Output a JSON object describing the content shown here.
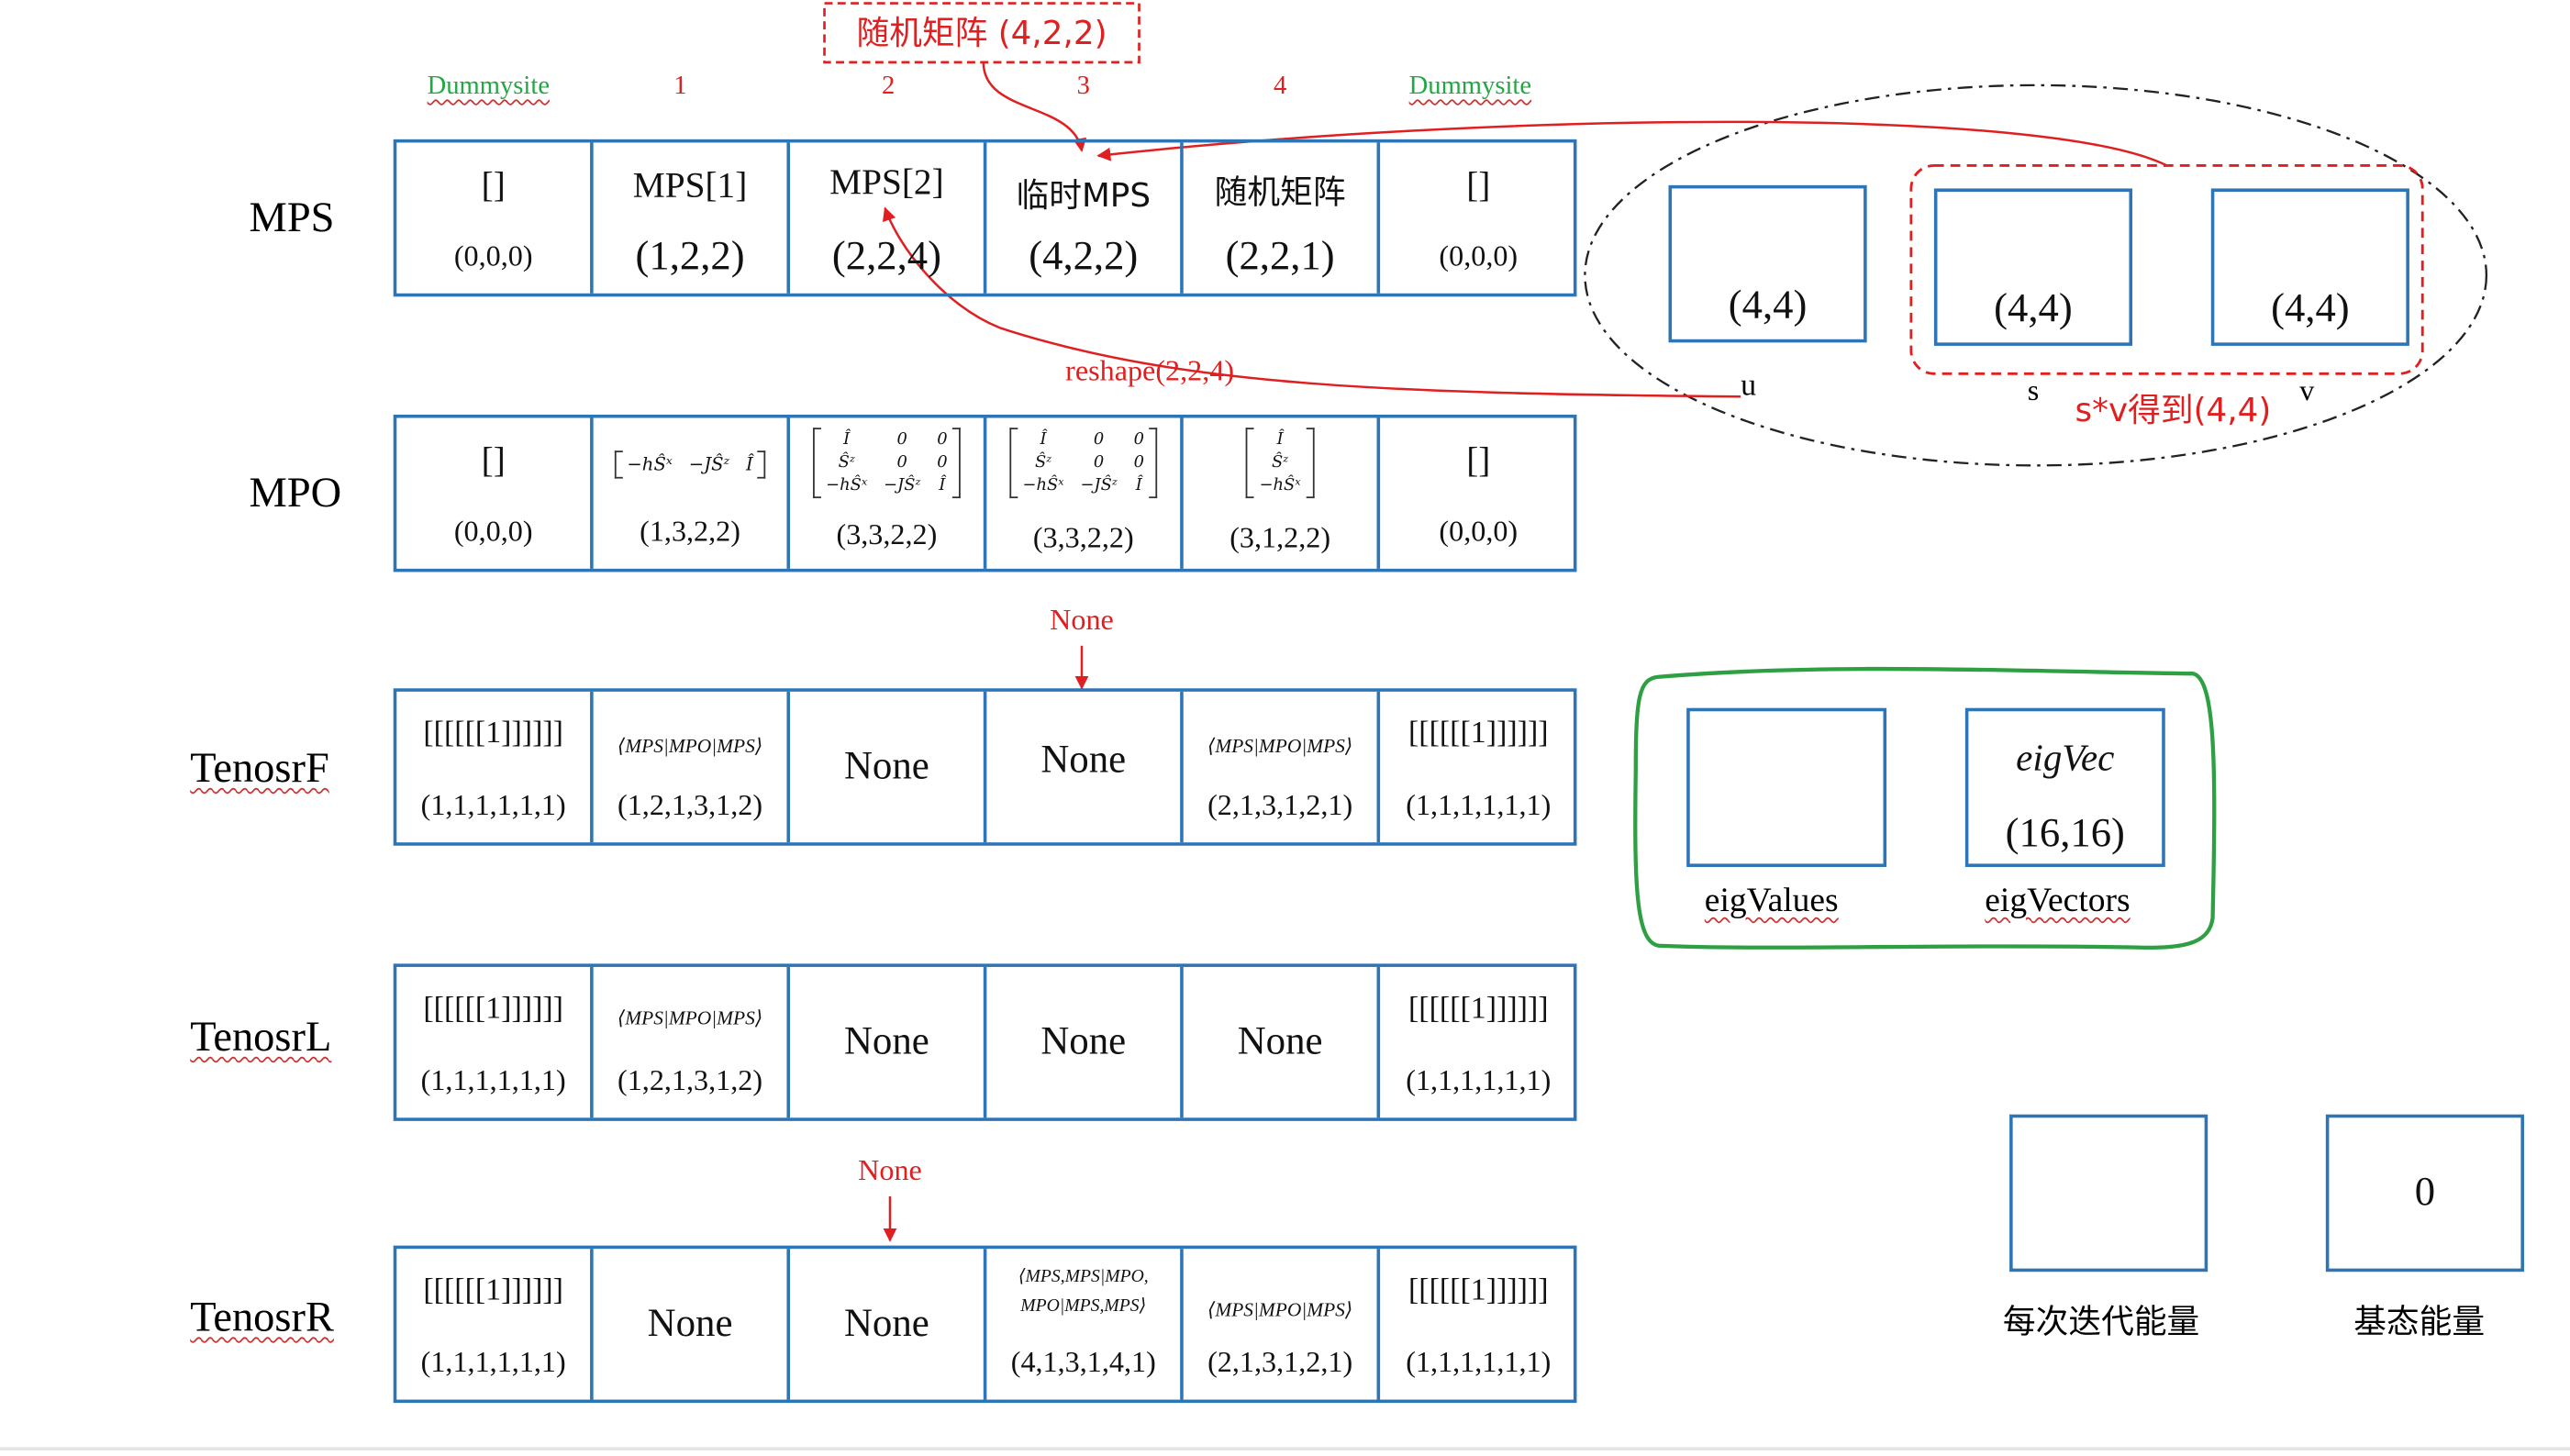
{
  "top_note": "随机矩阵 (4,2,2)",
  "column_labels": [
    "Dummysite",
    "1",
    "2",
    "3",
    "4",
    "Dummysite"
  ],
  "rows": {
    "mps": {
      "label": "MPS",
      "cells": [
        {
          "top": "[]",
          "bottom": "(0,0,0)"
        },
        {
          "top": "MPS[1]",
          "bottom": "(1,2,2)"
        },
        {
          "top": "MPS[2]",
          "bottom": "(2,2,4)"
        },
        {
          "top": "临时MPS",
          "bottom": "(4,2,2)"
        },
        {
          "top": "随机矩阵",
          "bottom": "(2,2,1)"
        },
        {
          "top": "[]",
          "bottom": "(0,0,0)"
        }
      ]
    },
    "mpo": {
      "label": "MPO",
      "cells": [
        {
          "top": "[]",
          "bottom": "(0,0,0)"
        },
        {
          "matrix": [
            [
              "−hŜˣ",
              "−JŜᶻ",
              "Î"
            ]
          ],
          "bottom": "(1,3,2,2)"
        },
        {
          "matrix": [
            [
              "Î",
              "0",
              "0"
            ],
            [
              "Ŝᶻ",
              "0",
              "0"
            ],
            [
              "−hŜˣ",
              "−JŜᶻ",
              "Î"
            ]
          ],
          "bottom": "(3,3,2,2)"
        },
        {
          "matrix": [
            [
              "Î",
              "0",
              "0"
            ],
            [
              "Ŝᶻ",
              "0",
              "0"
            ],
            [
              "−hŜˣ",
              "−JŜᶻ",
              "Î"
            ]
          ],
          "bottom": "(3,3,2,2)"
        },
        {
          "matrix": [
            [
              "Î"
            ],
            [
              "Ŝᶻ"
            ],
            [
              "−hŜˣ"
            ]
          ],
          "bottom": "(3,1,2,2)"
        },
        {
          "top": "[]",
          "bottom": "(0,0,0)"
        }
      ]
    },
    "tensor_f": {
      "label": "TenosrF",
      "annotation": "None",
      "cells": [
        {
          "top": "[[[[[[1]]]]]]",
          "bottom": "(1,1,1,1,1,1)"
        },
        {
          "top": "⟨MPS|MPO|MPS⟩",
          "bottom": "(1,2,1,3,1,2)"
        },
        {
          "center": "None"
        },
        {
          "center": "None"
        },
        {
          "top": "⟨MPS|MPO|MPS⟩",
          "bottom": "(2,1,3,1,2,1)"
        },
        {
          "top": "[[[[[[1]]]]]]",
          "bottom": "(1,1,1,1,1,1)"
        }
      ]
    },
    "tensor_l": {
      "label": "TenosrL",
      "cells": [
        {
          "top": "[[[[[[1]]]]]]",
          "bottom": "(1,1,1,1,1,1)"
        },
        {
          "top": "⟨MPS|MPO|MPS⟩",
          "bottom": "(1,2,1,3,1,2)"
        },
        {
          "center": "None"
        },
        {
          "center": "None"
        },
        {
          "center": "None"
        },
        {
          "top": "[[[[[[1]]]]]]",
          "bottom": "(1,1,1,1,1,1)"
        }
      ]
    },
    "tensor_r": {
      "label": "TenosrR",
      "annotation": "None",
      "cells": [
        {
          "top": "[[[[[[1]]]]]]",
          "bottom": "(1,1,1,1,1,1)"
        },
        {
          "center": "None"
        },
        {
          "center": "None"
        },
        {
          "top": "⟨MPS,MPS|MPO,",
          "top2": "MPO|MPS,MPS⟩",
          "bottom": "(4,1,3,1,4,1)"
        },
        {
          "top": "⟨MPS|MPO|MPS⟩",
          "bottom": "(2,1,3,1,2,1)"
        },
        {
          "top": "[[[[[[1]]]]]]",
          "bottom": "(1,1,1,1,1,1)"
        }
      ]
    }
  },
  "svd": {
    "u": {
      "value": "(4,4)",
      "label": "u"
    },
    "s": {
      "value": "(4,4)",
      "label": "s"
    },
    "v": {
      "value": "(4,4)",
      "label": "v"
    },
    "note": "s*v得到(4,4)",
    "reshape_note": "reshape(2,2,4)"
  },
  "eig": {
    "values": {
      "value": "",
      "label": "eigValues"
    },
    "vectors": {
      "value": "eigVec",
      "shape": "(16,16)",
      "label": "eigVectors"
    }
  },
  "energy": {
    "per_iter": {
      "value": "",
      "label": "每次迭代能量"
    },
    "ground": {
      "value": "0",
      "label": "基态能量"
    }
  },
  "colors": {
    "table_border": "#2e75b6",
    "annotation": "#e02020",
    "dummysite": "#22a745",
    "eig_group": "#2ea043"
  }
}
